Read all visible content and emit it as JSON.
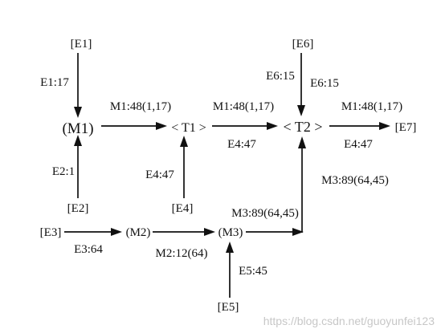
{
  "diagram": {
    "nodes": {
      "e1": "[E1]",
      "e2": "[E2]",
      "e3": "[E3]",
      "e4": "[E4]",
      "e5": "[E5]",
      "e6": "[E6]",
      "e7": "[E7]",
      "m1": "(M1)",
      "m2": "(M2)",
      "m3": "(M3)",
      "t1": "< T1 >",
      "t2": "< T2 >"
    },
    "labels": {
      "e1_m1": "E1:17",
      "e2_m1": "E2:1",
      "m1_t1": "M1:48(1,17)",
      "e4_t1": "E4:47",
      "t1_t2_top": "M1:48(1,17)",
      "t1_t2_bottom": "E4:47",
      "e6_t2_left": "E6:15",
      "e6_t2_right": "E6:15",
      "t2_e7_top": "M1:48(1,17)",
      "t2_e7_bottom": "E4:47",
      "m3_t2_side": "M3:89(64,45)",
      "m3_t2_inline": "M3:89(64,45)",
      "e3_m2": "E3:64",
      "m2_m3": "M2:12(64)",
      "e5_m3": "E5:45"
    },
    "edges": [
      {
        "from": "[E1]",
        "to": "(M1)"
      },
      {
        "from": "[E2]",
        "to": "(M1)"
      },
      {
        "from": "(M1)",
        "to": "< T1 >"
      },
      {
        "from": "[E4]",
        "to": "< T1 >"
      },
      {
        "from": "< T1 >",
        "to": "< T2 >"
      },
      {
        "from": "[E6]",
        "to": "< T2 >"
      },
      {
        "from": "< T2 >",
        "to": "[E7]"
      },
      {
        "from": "[E3]",
        "to": "(M2)"
      },
      {
        "from": "(M2)",
        "to": "(M3)"
      },
      {
        "from": "[E5]",
        "to": "(M3)"
      },
      {
        "from": "(M3)",
        "to": "< T2 >"
      }
    ]
  },
  "watermark": "https://blog.csdn.net/guoyunfei123"
}
